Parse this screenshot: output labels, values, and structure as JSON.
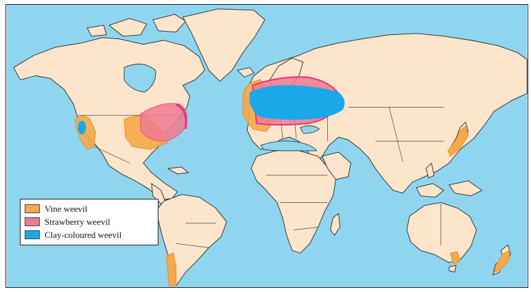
{
  "colors": {
    "ocean": "#8fd5ef",
    "land": "#fde5cc",
    "vine_weevil": "#f5a94a",
    "strawberry_weevil": "#f07a93",
    "clay_coloured_weevil": "#19a9e8"
  },
  "legend": {
    "items": [
      {
        "label": "Vine weevil",
        "color": "#f5a94a"
      },
      {
        "label": "Strawberry weevil",
        "color": "#f07a93"
      },
      {
        "label": "Clay-coloured weevil",
        "color": "#19a9e8"
      }
    ]
  }
}
